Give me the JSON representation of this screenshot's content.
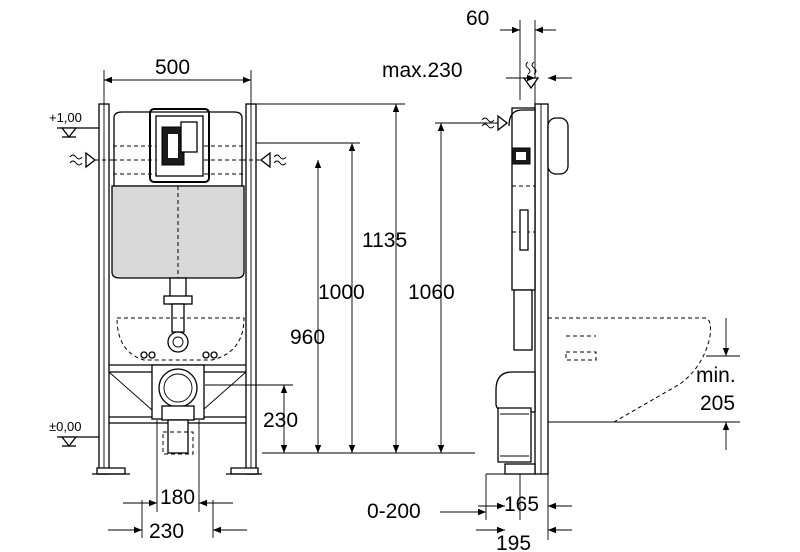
{
  "front_view": {
    "width_label": "500",
    "level_top_label": "+1,00",
    "level_floor_label": "±0,00",
    "dim_1135": "1135",
    "dim_1000": "1000",
    "dim_960": "960",
    "dim_1060": "1060",
    "dim_230_height": "230",
    "dim_180": "180",
    "dim_230_width": "230"
  },
  "side_view": {
    "dim_60": "60",
    "dim_max230": "max.230",
    "dim_0_200": "0-200",
    "dim_165": "165",
    "dim_195": "195",
    "dim_min205_line1": "min.",
    "dim_min205_line2": "205"
  }
}
